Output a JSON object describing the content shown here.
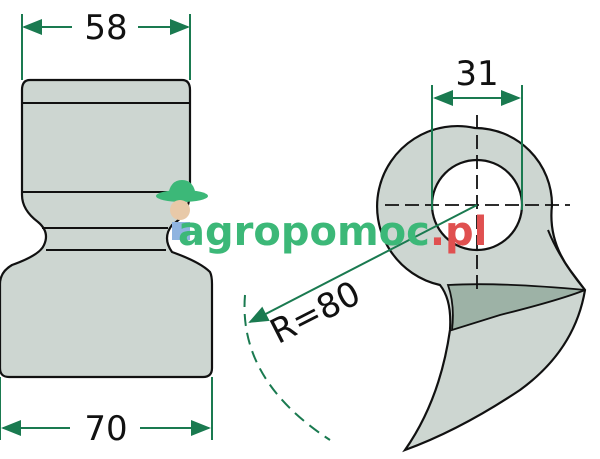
{
  "dimensions": {
    "top_width": "58",
    "bottom_width": "70",
    "hole_diameter": "31",
    "radius": "R=80"
  },
  "watermark": {
    "main": "agropomoc",
    "suffix": ".pl"
  },
  "colors": {
    "part_fill": "#cdd6d1",
    "band_fill": "#9db2a6",
    "dimension_line": "#1a7a50",
    "outline": "#111111"
  }
}
